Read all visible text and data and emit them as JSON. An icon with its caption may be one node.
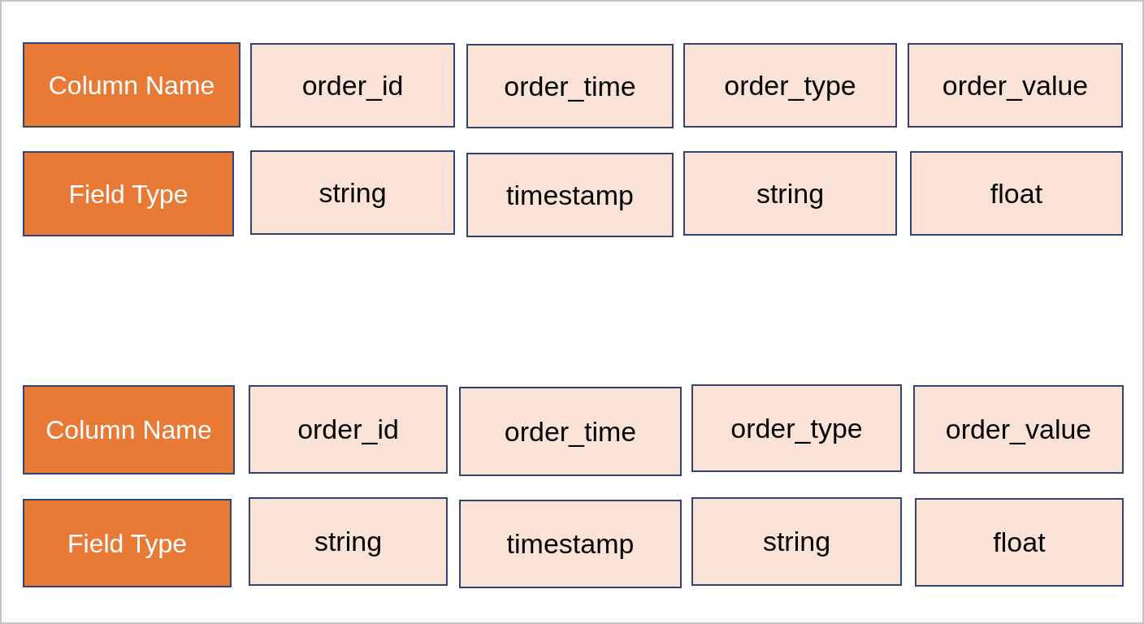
{
  "diagram": {
    "nodes": [
      {
        "text": [
          "Column Name"
        ]
      },
      {
        "text": [
          "order_id"
        ]
      },
      {
        "text": [
          "order_time"
        ]
      },
      {
        "text": [
          "order_type"
        ]
      },
      {
        "text": [
          "order_value"
        ]
      },
      {
        "text": [
          "Field Type"
        ]
      },
      {
        "text": [
          "string"
        ]
      },
      {
        "text": [
          "timestamp"
        ]
      },
      {
        "text": [
          "string"
        ]
      },
      {
        "text": [
          "float"
        ]
      },
      {
        "text": [
          "Column Name"
        ]
      },
      {
        "text": [
          "order_id"
        ]
      },
      {
        "text": [
          "order_time"
        ]
      },
      {
        "text": [
          "order_type"
        ]
      },
      {
        "text": [
          "order_value"
        ]
      },
      {
        "text": [
          "Field Type"
        ]
      },
      {
        "text": [
          "string"
        ]
      },
      {
        "text": [
          "timestamp"
        ]
      },
      {
        "text": [
          "string"
        ]
      },
      {
        "text": [
          "float"
        ]
      }
    ]
  }
}
